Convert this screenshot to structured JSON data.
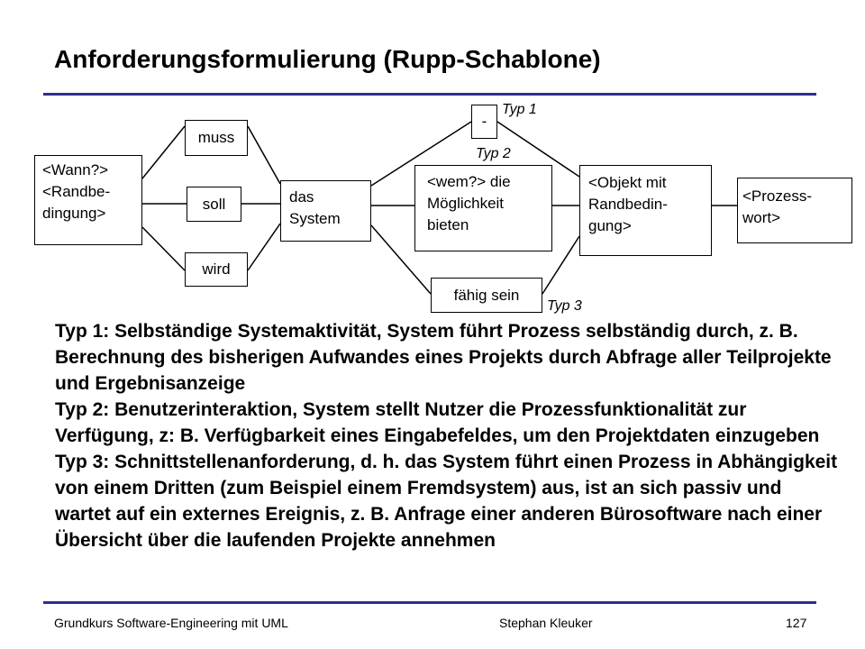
{
  "title": "Anforderungsformulierung (Rupp-Schablone)",
  "diagram": {
    "wann": "<Wann?>\n<Randbe-\ndingung>",
    "muss": "muss",
    "soll": "soll",
    "wird": "wird",
    "system": "das\nSystem",
    "dash": "-",
    "wem": "<wem?> die\nMöglichkeit\nbieten",
    "faehig": "fähig sein",
    "objekt": "<Objekt mit\nRandbedin-\ngung>",
    "prozesswort": "<Prozess-\nwort>",
    "typ1": "Typ 1",
    "typ2": "Typ 2",
    "typ3": "Typ 3"
  },
  "explanation": "Typ 1: Selbständige Systemaktivität, System führt Prozess selbständig durch, z. B. Berechnung des bisherigen Aufwandes eines Projekts durch Abfrage aller Teilprojekte und Ergebnisanzeige\nTyp 2: Benutzerinteraktion, System stellt Nutzer die Prozessfunktionalität zur Verfügung, z: B. Verfügbarkeit eines Eingabefeldes, um den Projektdaten einzugeben\nTyp 3: Schnittstellenanforderung, d. h. das System führt einen Prozess in Abhängigkeit von einem Dritten (zum Beispiel einem Fremdsystem) aus, ist an sich passiv und wartet auf ein externes Ereignis, z. B. Anfrage einer anderen Bürosoftware nach einer Übersicht über die laufenden Projekte annehmen",
  "footer": {
    "course": "Grundkurs Software-Engineering mit UML",
    "author": "Stephan Kleuker",
    "page": "127"
  }
}
